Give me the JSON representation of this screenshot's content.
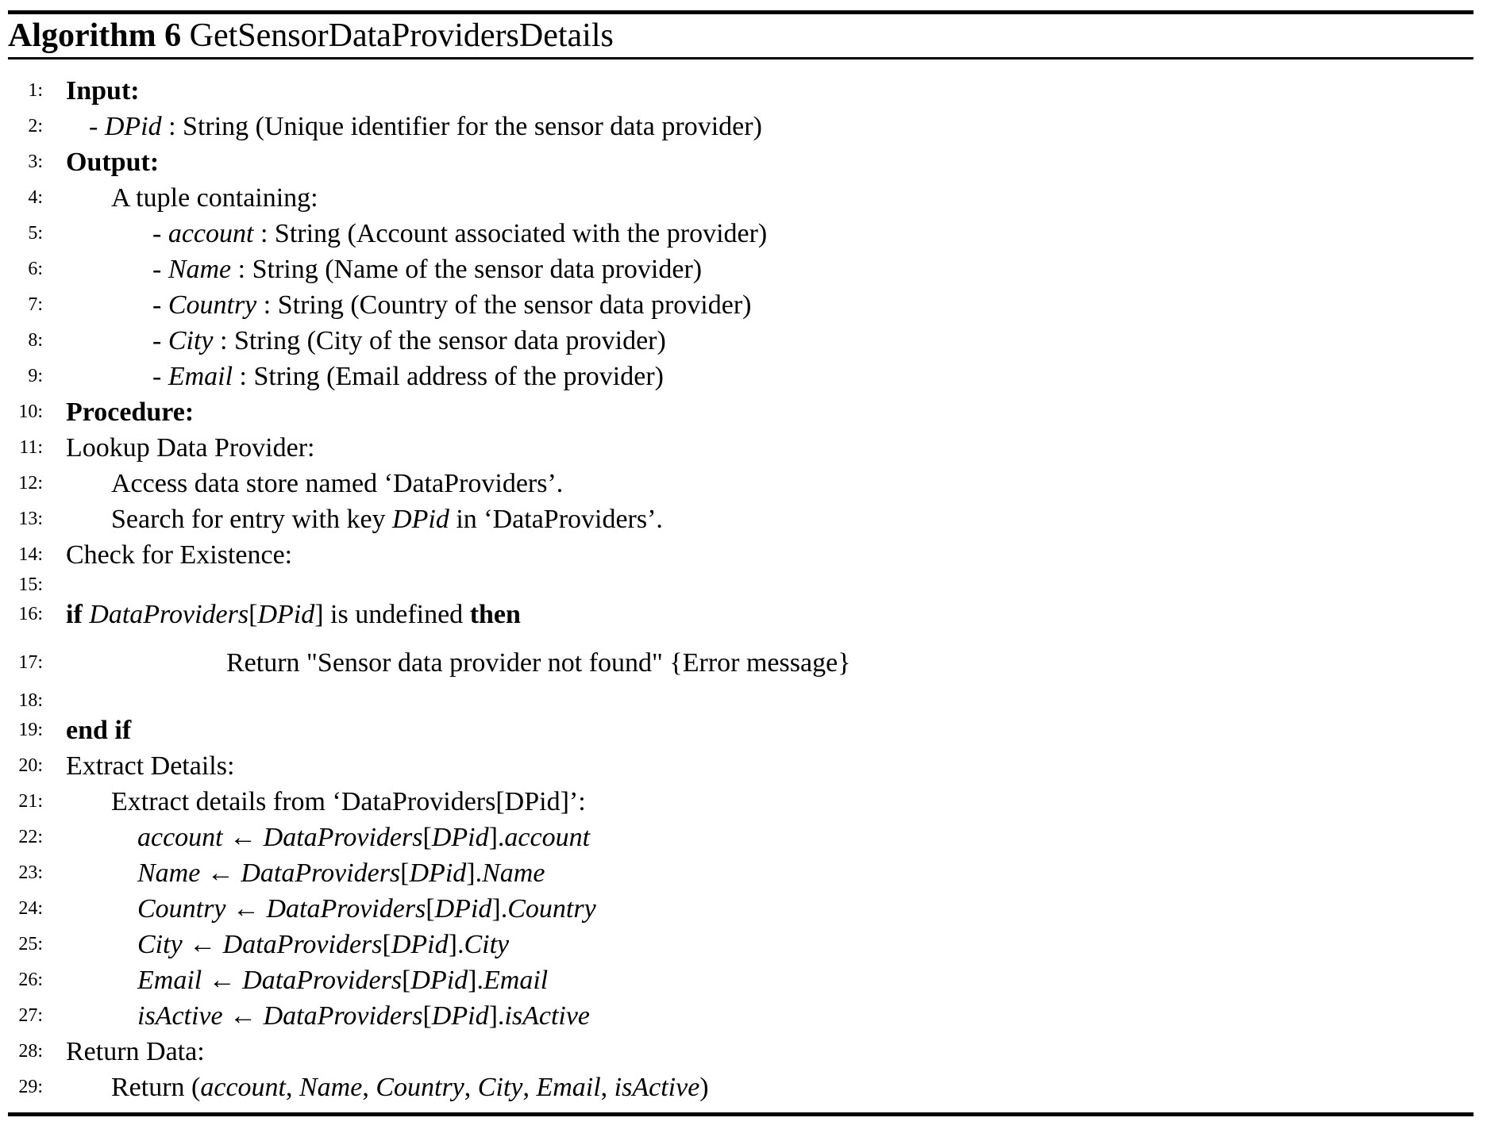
{
  "header": {
    "label": "Algorithm 6",
    "title": "GetSensorDataProvidersDetails"
  },
  "colors": {
    "text": "#000000",
    "rule": "#000000",
    "background": "#ffffff"
  },
  "lines": [
    {
      "n": "1:",
      "indent": 0,
      "seg": [
        [
          "b",
          "Input:"
        ]
      ]
    },
    {
      "n": "2:",
      "indent": 1,
      "seg": [
        [
          "r",
          "- "
        ],
        [
          "i",
          "DPid"
        ],
        [
          "r",
          " : String (Unique identifier for the sensor data provider)"
        ]
      ]
    },
    {
      "n": "3:",
      "indent": 0,
      "seg": [
        [
          "b",
          "Output:"
        ]
      ]
    },
    {
      "n": "4:",
      "indent": 2,
      "seg": [
        [
          "r",
          "A tuple containing:"
        ]
      ]
    },
    {
      "n": "5:",
      "indent": 4,
      "seg": [
        [
          "r",
          "- "
        ],
        [
          "i",
          "account"
        ],
        [
          "r",
          " : String (Account associated with the provider)"
        ]
      ]
    },
    {
      "n": "6:",
      "indent": 4,
      "seg": [
        [
          "r",
          "- "
        ],
        [
          "i",
          "Name"
        ],
        [
          "r",
          " : String (Name of the sensor data provider)"
        ]
      ]
    },
    {
      "n": "7:",
      "indent": 4,
      "seg": [
        [
          "r",
          "- "
        ],
        [
          "i",
          "Country"
        ],
        [
          "r",
          " : String (Country of the sensor data provider)"
        ]
      ]
    },
    {
      "n": "8:",
      "indent": 4,
      "seg": [
        [
          "r",
          "- "
        ],
        [
          "i",
          "City"
        ],
        [
          "r",
          " : String (City of the sensor data provider)"
        ]
      ]
    },
    {
      "n": "9:",
      "indent": 4,
      "seg": [
        [
          "r",
          "- "
        ],
        [
          "i",
          "Email"
        ],
        [
          "r",
          " : String (Email address of the provider)"
        ]
      ]
    },
    {
      "n": "10:",
      "indent": 0,
      "seg": [
        [
          "b",
          "Procedure:"
        ]
      ]
    },
    {
      "n": "11:",
      "indent": 0,
      "seg": [
        [
          "r",
          "Lookup Data Provider:"
        ]
      ]
    },
    {
      "n": "12:",
      "indent": 2,
      "seg": [
        [
          "r",
          "Access data store named ‘DataProviders’."
        ]
      ]
    },
    {
      "n": "13:",
      "indent": 2,
      "seg": [
        [
          "r",
          "Search for entry with key "
        ],
        [
          "i",
          "DPid"
        ],
        [
          "r",
          " in ‘DataProviders’."
        ]
      ]
    },
    {
      "n": "14:",
      "indent": 0,
      "seg": [
        [
          "r",
          "Check for Existence:"
        ]
      ]
    },
    {
      "n": "15:",
      "indent": 0,
      "cls": "compact",
      "seg": []
    },
    {
      "n": "16:",
      "indent": 0,
      "seg": [
        [
          "b",
          "if "
        ],
        [
          "i",
          "DataProviders"
        ],
        [
          "r",
          "["
        ],
        [
          "i",
          "DPid"
        ],
        [
          "r",
          "] is undefined "
        ],
        [
          "b",
          "then"
        ]
      ]
    },
    {
      "n": "17:",
      "indent": 5,
      "cls": "spaced",
      "seg": [
        [
          "r",
          "Return \"Sensor data provider not found\" {Error message}"
        ]
      ]
    },
    {
      "n": "18:",
      "indent": 0,
      "cls": "compact",
      "seg": []
    },
    {
      "n": "19:",
      "indent": 0,
      "seg": [
        [
          "b",
          "end if"
        ]
      ]
    },
    {
      "n": "20:",
      "indent": 0,
      "seg": [
        [
          "r",
          "Extract Details:"
        ]
      ]
    },
    {
      "n": "21:",
      "indent": 2,
      "seg": [
        [
          "r",
          "Extract details from ‘DataProviders[DPid]’:"
        ]
      ]
    },
    {
      "n": "22:",
      "indent": 3,
      "seg": [
        [
          "i",
          "account"
        ],
        [
          "r",
          " ← "
        ],
        [
          "i",
          "DataProviders"
        ],
        [
          "r",
          "["
        ],
        [
          "i",
          "DPid"
        ],
        [
          "r",
          "]."
        ],
        [
          "i",
          "account"
        ]
      ]
    },
    {
      "n": "23:",
      "indent": 3,
      "seg": [
        [
          "i",
          "Name"
        ],
        [
          "r",
          " ← "
        ],
        [
          "i",
          "DataProviders"
        ],
        [
          "r",
          "["
        ],
        [
          "i",
          "DPid"
        ],
        [
          "r",
          "]."
        ],
        [
          "i",
          "Name"
        ]
      ]
    },
    {
      "n": "24:",
      "indent": 3,
      "seg": [
        [
          "i",
          "Country"
        ],
        [
          "r",
          " ← "
        ],
        [
          "i",
          "DataProviders"
        ],
        [
          "r",
          "["
        ],
        [
          "i",
          "DPid"
        ],
        [
          "r",
          "]."
        ],
        [
          "i",
          "Country"
        ]
      ]
    },
    {
      "n": "25:",
      "indent": 3,
      "seg": [
        [
          "i",
          "City"
        ],
        [
          "r",
          " ← "
        ],
        [
          "i",
          "DataProviders"
        ],
        [
          "r",
          "["
        ],
        [
          "i",
          "DPid"
        ],
        [
          "r",
          "]."
        ],
        [
          "i",
          "City"
        ]
      ]
    },
    {
      "n": "26:",
      "indent": 3,
      "seg": [
        [
          "i",
          "Email"
        ],
        [
          "r",
          " ← "
        ],
        [
          "i",
          "DataProviders"
        ],
        [
          "r",
          "["
        ],
        [
          "i",
          "DPid"
        ],
        [
          "r",
          "]."
        ],
        [
          "i",
          "Email"
        ]
      ]
    },
    {
      "n": "27:",
      "indent": 3,
      "seg": [
        [
          "i",
          "isActive"
        ],
        [
          "r",
          " ← "
        ],
        [
          "i",
          "DataProviders"
        ],
        [
          "r",
          "["
        ],
        [
          "i",
          "DPid"
        ],
        [
          "r",
          "]."
        ],
        [
          "i",
          "isActive"
        ]
      ]
    },
    {
      "n": "28:",
      "indent": 0,
      "seg": [
        [
          "r",
          "Return Data:"
        ]
      ]
    },
    {
      "n": "29:",
      "indent": 2,
      "seg": [
        [
          "r",
          "Return ("
        ],
        [
          "i",
          "account"
        ],
        [
          "r",
          ", "
        ],
        [
          "i",
          "Name"
        ],
        [
          "r",
          ", "
        ],
        [
          "i",
          "Country"
        ],
        [
          "r",
          ", "
        ],
        [
          "i",
          "City"
        ],
        [
          "r",
          ", "
        ],
        [
          "i",
          "Email"
        ],
        [
          "r",
          ", "
        ],
        [
          "i",
          "isActive"
        ],
        [
          "r",
          ")"
        ]
      ]
    }
  ]
}
